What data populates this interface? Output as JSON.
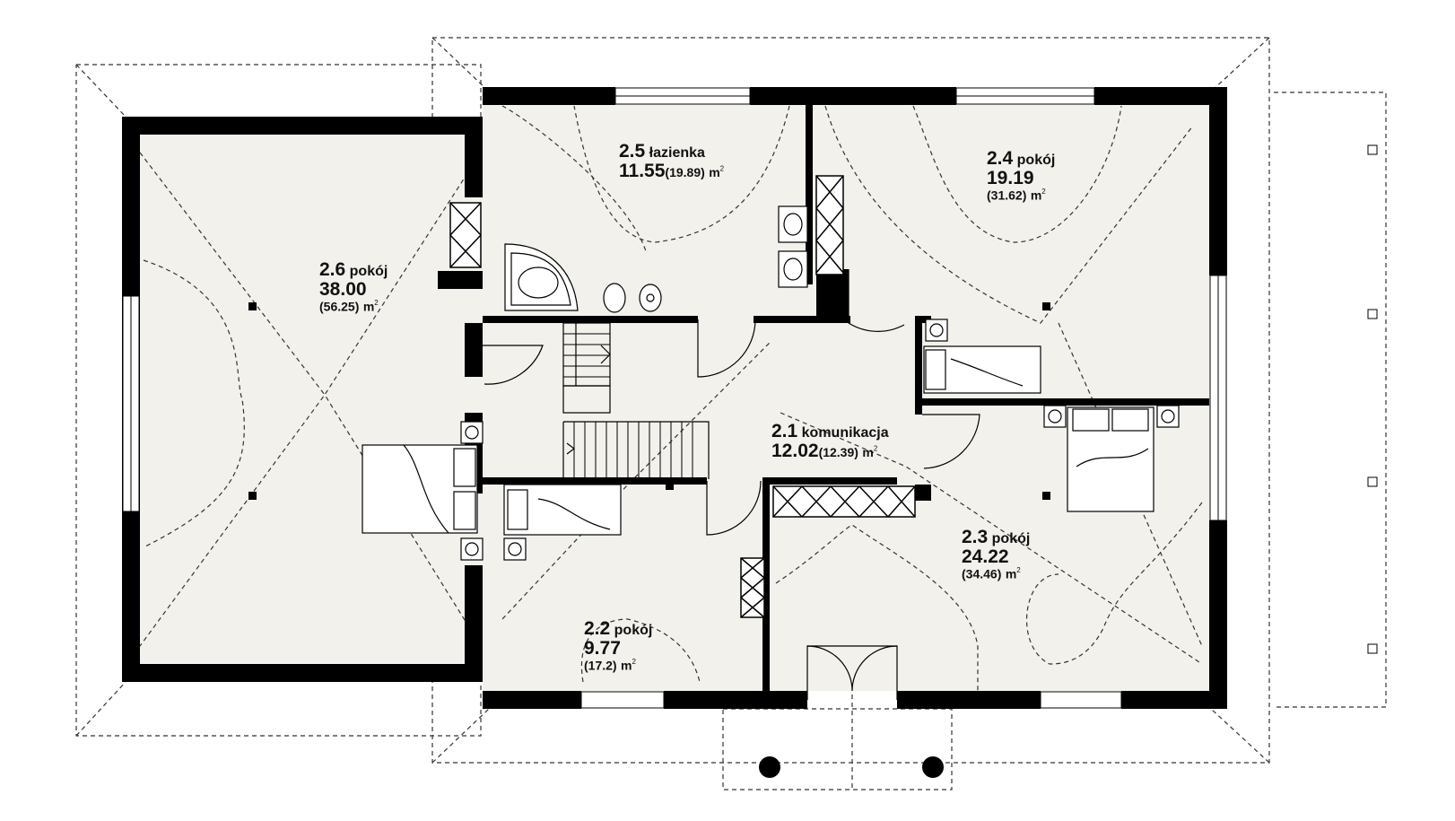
{
  "plan": {
    "rooms": [
      {
        "id": "2.1",
        "name": "komunikacja",
        "area": "12.02",
        "gross": "(12.39)",
        "unit": "m",
        "sup": "2"
      },
      {
        "id": "2.2",
        "name": "pokój",
        "area": "9.77",
        "gross": "(17.2)",
        "unit": "m",
        "sup": "2"
      },
      {
        "id": "2.3",
        "name": "pokój",
        "area": "24.22",
        "gross": "(34.46)",
        "unit": "m",
        "sup": "2"
      },
      {
        "id": "2.4",
        "name": "pokój",
        "area": "19.19",
        "gross": "(31.62)",
        "unit": "m",
        "sup": "2"
      },
      {
        "id": "2.5",
        "name": "łazienka",
        "area": "11.55",
        "gross": "(19.89)",
        "unit": "m",
        "sup": "2"
      },
      {
        "id": "2.6",
        "name": "pokój",
        "area": "38.00",
        "gross": "(56.25)",
        "unit": "m",
        "sup": "2"
      }
    ]
  },
  "colors": {
    "wall": "#000000",
    "floor": "#f3f1ec",
    "dash": "#333333"
  }
}
